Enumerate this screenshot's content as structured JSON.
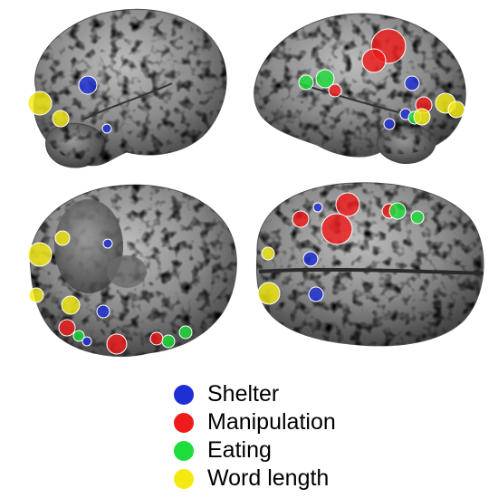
{
  "legend": [
    {
      "key": "shelter",
      "label": "Shelter",
      "color": "#1f2fd6"
    },
    {
      "key": "manipulation",
      "label": "Manipulation",
      "color": "#ee1b1b"
    },
    {
      "key": "eating",
      "label": "Eating",
      "color": "#1ddd3c"
    },
    {
      "key": "word_length",
      "label": "Word length",
      "color": "#f4ea12"
    }
  ],
  "panels": [
    {
      "key": "left-lateral-view"
    },
    {
      "key": "right-lateral-view"
    },
    {
      "key": "ventral-view"
    },
    {
      "key": "dorsal-view"
    }
  ]
}
